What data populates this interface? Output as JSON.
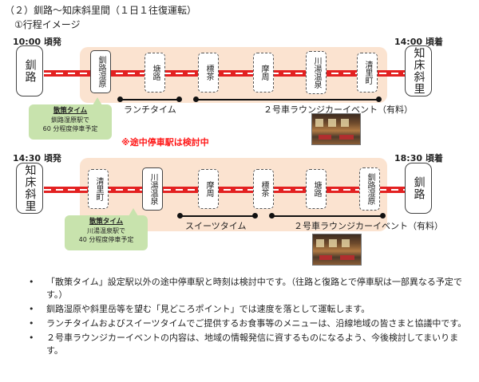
{
  "heading": "（２）釧路～知床斜里間（１日１往復運転）",
  "subheading": "①行程イメージ",
  "outbound": {
    "depart_time": "10:00 頃発",
    "arrive_time": "14:00 頃着",
    "origin": "釧路",
    "destination": "知床斜里",
    "stations": [
      "釧路湿原",
      "塘路",
      "標茶",
      "摩周",
      "川湯温泉",
      "清里町"
    ],
    "lunch_label": "ランチタイム",
    "lounge_label": "２号車ラウンジカーイベント（有料）",
    "stroll": {
      "title": "散策タイム",
      "line1": "釧路湿原駅で",
      "line2": "60 分程度停車予定"
    }
  },
  "midstop_note": "※途中停車駅は検討中",
  "inbound": {
    "depart_time": "14:30 頃発",
    "arrive_time": "18:30 頃着",
    "origin": "知床斜里",
    "destination": "釧路",
    "stations": [
      "清里町",
      "川湯温泉",
      "摩周",
      "標茶",
      "塘路",
      "釧路湿原"
    ],
    "sweets_label": "スイーツタイム",
    "lounge_label": "２号車ラウンジカーイベント（有料）",
    "stroll": {
      "title": "散策タイム",
      "line1": "川湯温泉駅で",
      "line2": "40 分程度停車予定"
    }
  },
  "notes": [
    "「散策タイム」設定駅以外の途中停車駅と時刻は検討中です。（往路と復路とで停車駅は一部異なる予定です。）",
    "釧路湿原や斜里岳等を望む「見どころポイント」では速度を落として運転します。",
    "ランチタイムおよびスイーツタイムでご提供するお食事等のメニューは、沿線地域の皆さまと協議中です。",
    "２号車ラウンジカーイベントの内容は、地域の情報発信に資するものになるよう、今後検討してまいります。"
  ]
}
